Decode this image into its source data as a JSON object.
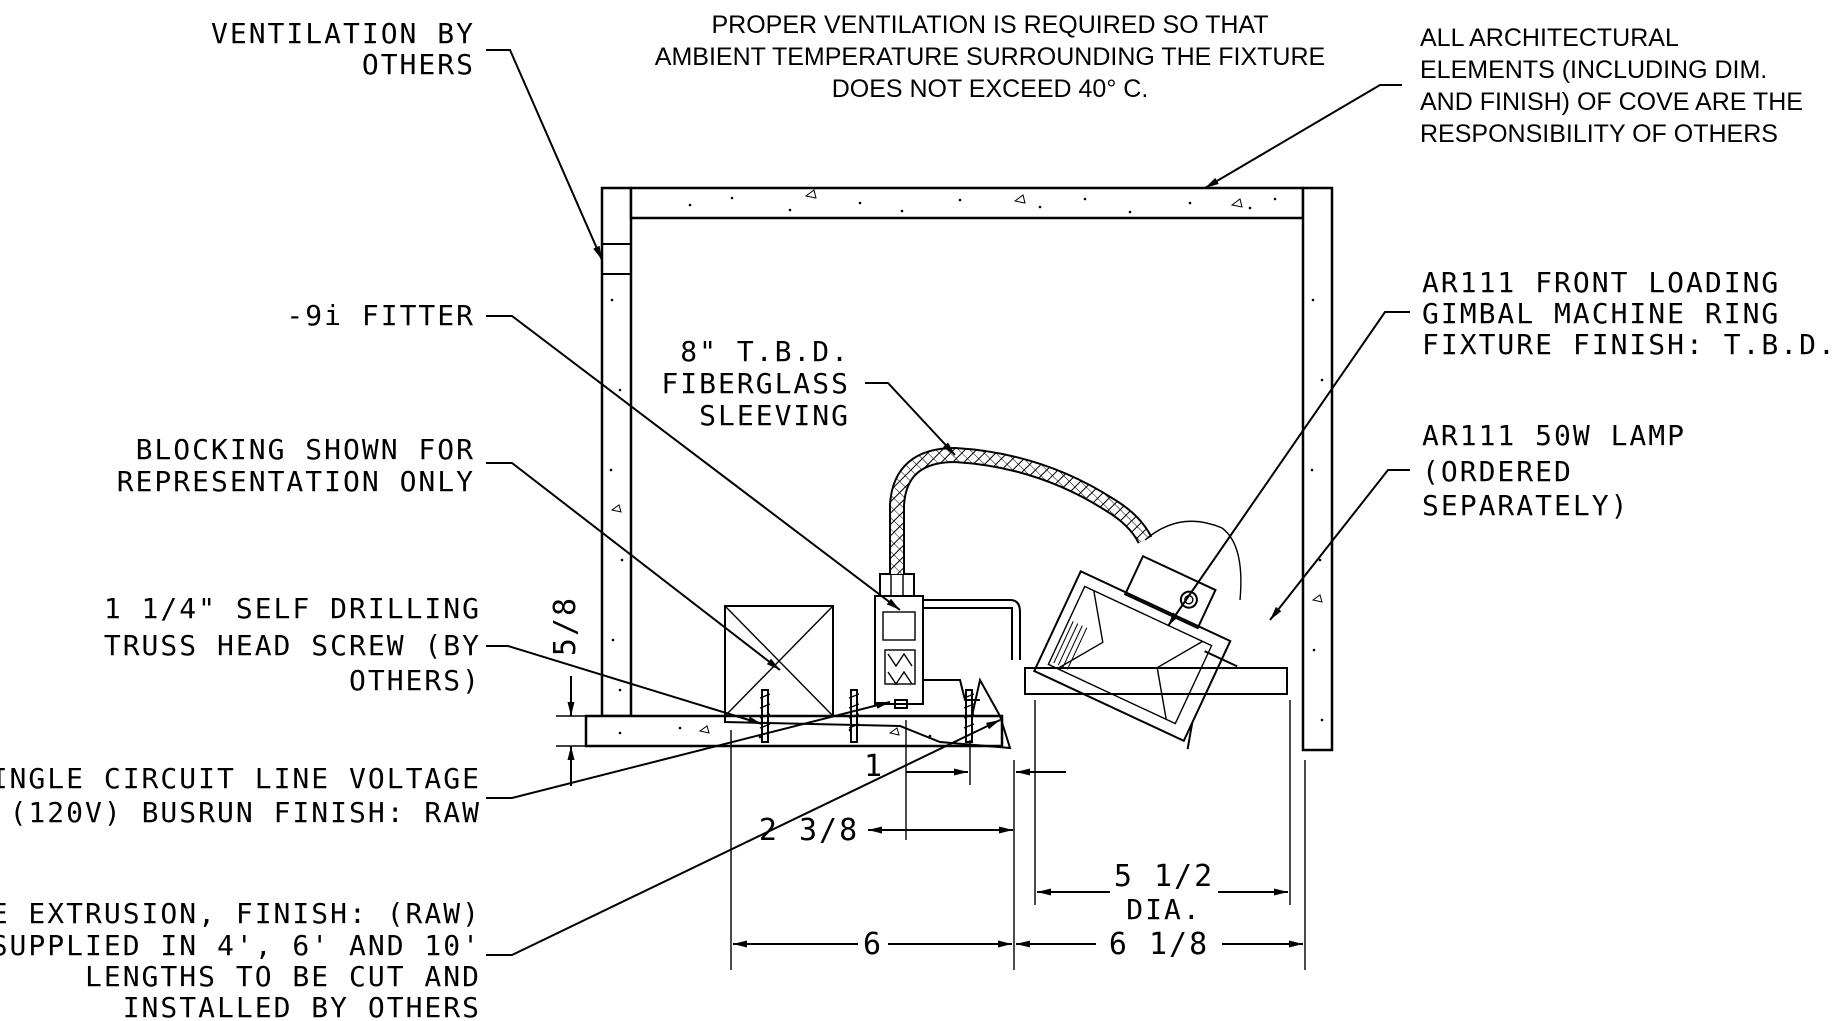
{
  "notes": {
    "ventilation_by_others": [
      "VENTILATION BY",
      "OTHERS"
    ],
    "proper_ventilation": [
      "PROPER VENTILATION IS REQUIRED SO THAT",
      "AMBIENT TEMPERATURE SURROUNDING THE FIXTURE",
      "DOES NOT EXCEED 40° C."
    ],
    "architectural_elements": [
      "ALL ARCHITECTURAL",
      "ELEMENTS (INCLUDING DIM.",
      "AND FINISH) OF COVE ARE THE",
      "RESPONSIBILITY OF OTHERS"
    ]
  },
  "callouts": {
    "fitter": [
      "-9i FITTER"
    ],
    "sleeving": [
      "8\" T.B.D.",
      "FIBERGLASS",
      "SLEEVING"
    ],
    "blocking": [
      "BLOCKING SHOWN FOR",
      "REPRESENTATION ONLY"
    ],
    "screw": [
      "1 1/4\" SELF DRILLING",
      "TRUSS HEAD SCREW (BY",
      "OTHERS)"
    ],
    "busrun": [
      "SINGLE CIRCUIT LINE VOLTAGE",
      "(120V) BUSRUN FINISH: RAW"
    ],
    "cove_extrusion": [
      "COVE EXTRUSION, FINISH: (RAW)",
      "SUPPLIED IN 4', 6' AND 10'",
      "LENGTHS TO BE CUT AND",
      "INSTALLED BY OTHERS"
    ],
    "gimbal": [
      "AR111 FRONT LOADING",
      "GIMBAL MACHINE RING",
      "FIXTURE FINISH: T.B.D."
    ],
    "lamp": [
      "AR111 50W LAMP",
      "(ORDERED",
      "SEPARATELY)"
    ]
  },
  "dimensions": {
    "panel_thickness": "5/8",
    "offset_1": "1",
    "offset_2": "2 3/8",
    "cove_width": "6",
    "aperture_dia": "5 1/2",
    "dia_label": "DIA.",
    "fixture_width": "6 1/8"
  }
}
